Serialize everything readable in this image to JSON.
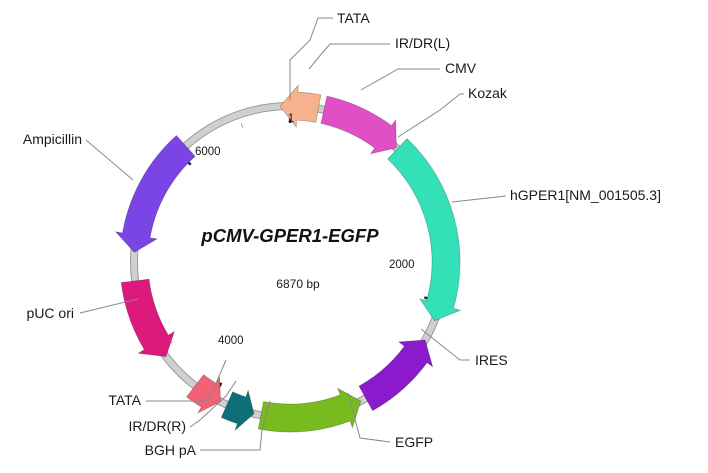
{
  "plasmid": {
    "name": "pCMV-GPER1-EGFP",
    "size_label": "6870 bp",
    "length_bp": 6870
  },
  "colors": {
    "backbone": "#d0d0d0",
    "backbone_edge": "#9a9a9a"
  },
  "ticks": [
    {
      "label": "1",
      "bp": 1
    },
    {
      "label": "2000",
      "bp": 2000
    },
    {
      "label": "4000",
      "bp": 4000
    },
    {
      "label": "6000",
      "bp": 6000
    }
  ],
  "features": [
    {
      "key": "ir-dr-l",
      "label": "IR/DR(L)",
      "start": 6800,
      "end": 200,
      "direction": -1,
      "color": "#f6b28c"
    },
    {
      "key": "cmv",
      "label": "CMV",
      "start": 240,
      "end": 820,
      "direction": 1,
      "color": "#e14fc6"
    },
    {
      "key": "hgper1",
      "label": "hGPER1[NM_001505.3]",
      "start": 830,
      "end": 2140,
      "direction": 1,
      "color": "#33e0b7"
    },
    {
      "key": "ires",
      "label": "IRES",
      "start": 2290,
      "end": 2880,
      "direction": -1,
      "color": "#8a1acb"
    },
    {
      "key": "egfp",
      "label": "EGFP",
      "start": 2920,
      "end": 3640,
      "direction": -1,
      "color": "#78bb1f"
    },
    {
      "key": "bgh-pa",
      "label": "BGH pA",
      "start": 3690,
      "end": 3890,
      "direction": -1,
      "color": "#0f6f79"
    },
    {
      "key": "ir-dr-r",
      "label": "IR/DR(R)",
      "start": 3940,
      "end": 4150,
      "direction": -1,
      "color": "#f06274"
    },
    {
      "key": "puc-ori",
      "label": "pUC ori",
      "start": 4440,
      "end": 5020,
      "direction": -1,
      "color": "#dc1a7e"
    },
    {
      "key": "ampicillin",
      "label": "Ampicillin",
      "start": 5220,
      "end": 6070,
      "direction": -1,
      "color": "#7a44e6"
    }
  ],
  "site_labels": [
    {
      "key": "kozak",
      "label": "Kozak",
      "bp": 825
    },
    {
      "key": "tata-top",
      "label": "TATA",
      "bp": 6860
    },
    {
      "key": "tata-bottom",
      "label": "TATA",
      "bp": 4180
    }
  ]
}
